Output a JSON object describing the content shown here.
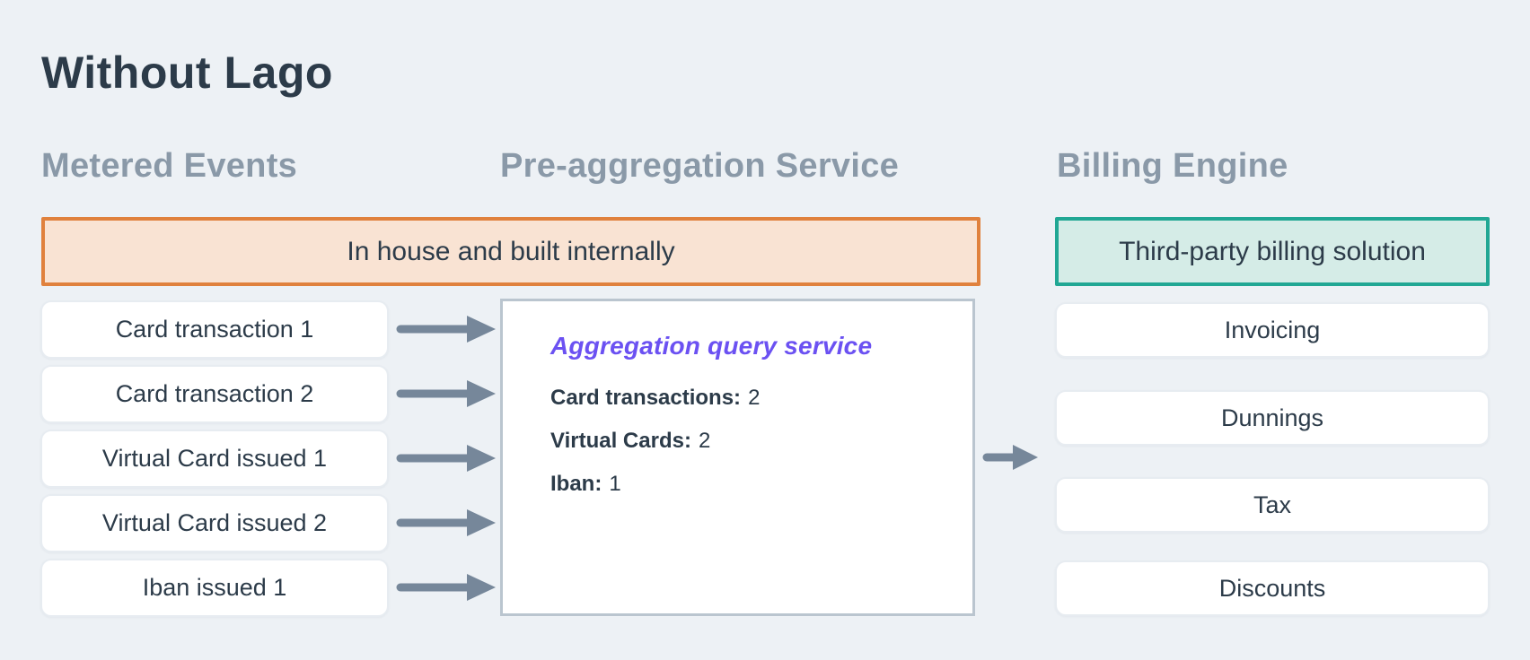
{
  "title": "Without Lago",
  "banners": {
    "in_house": "In house and built internally",
    "third_party": "Third-party billing solution"
  },
  "columns": {
    "metered": {
      "header": "Metered Events",
      "items": [
        "Card transaction 1",
        "Card transaction 2",
        "Virtual Card issued 1",
        "Virtual Card issued 2",
        "Iban issued 1"
      ]
    },
    "preagg": {
      "header": "Pre-aggregation Service",
      "service_title": "Aggregation query service",
      "metrics": [
        {
          "label": "Card transactions:",
          "value": "2"
        },
        {
          "label": "Virtual Cards:",
          "value": "2"
        },
        {
          "label": "Iban:",
          "value": "1"
        }
      ]
    },
    "billing": {
      "header": "Billing Engine",
      "items": [
        "Invoicing",
        "Dunnings",
        "Tax",
        "Discounts"
      ]
    }
  },
  "icons": {
    "flow_arrow": "right-arrow"
  },
  "colors": {
    "background": "#edf1f5",
    "title_text": "#2c3b49",
    "column_header_text": "#8a99a8",
    "inhouse_border": "#e0813d",
    "inhouse_fill": "#f9e3d3",
    "thirdparty_border": "#21a794",
    "thirdparty_fill": "#d5ece7",
    "service_title_text": "#6b51f2",
    "preagg_box_border": "#bac5cf",
    "arrow": "#76879a",
    "card_fill": "#ffffff"
  }
}
